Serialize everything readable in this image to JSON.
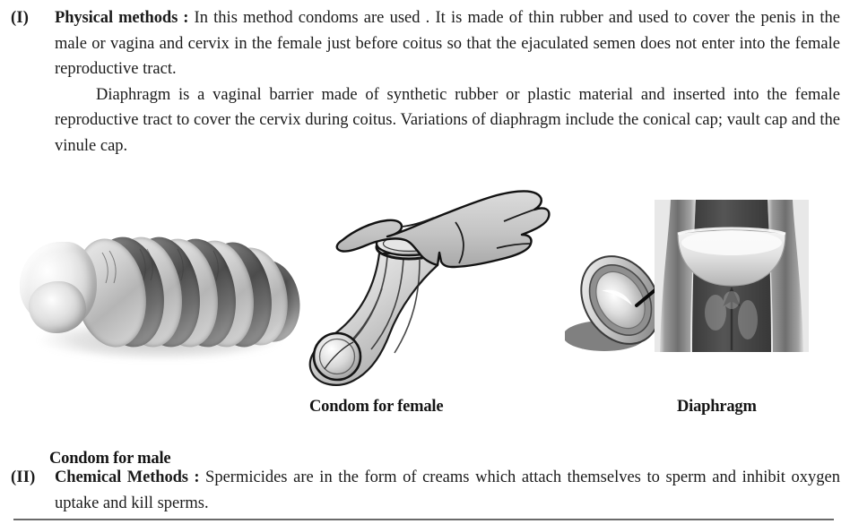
{
  "document": {
    "type": "textbook-page-excerpt",
    "topic": "Contraceptive methods"
  },
  "sections": [
    {
      "number": "(I)",
      "lead": "Physical methods :",
      "paragraphs": [
        " In this method condoms are used . It is made of thin rubber and used to cover the penis in the male or vagina and cervix in the female just before coitus so that the ejaculated semen does not enter into the female reproductive tract.",
        "Diaphragm is a vaginal barrier made of synthetic rubber or plastic material and inserted into the female reproductive tract to cover the cervix during coitus. Variations of diaphragm include the conical cap; vault cap and the vinule cap."
      ]
    },
    {
      "number": "(II)",
      "lead": "Chemical Methods :",
      "paragraphs": [
        " Spermicides are in the form of creams which attach themselves to sperm and inhibit oxygen uptake and kill sperms."
      ]
    }
  ],
  "figures": [
    {
      "id": "condom-male",
      "caption": "Condom for male",
      "kind": "photograph",
      "description": "rolled latex male condom"
    },
    {
      "id": "condom-female",
      "caption": "Condom for female",
      "kind": "line-illustration",
      "description": "hand holding a female condom with outer and inner rings"
    },
    {
      "id": "diaphragm",
      "caption": "Diaphragm",
      "kind": "illustration-and-photograph",
      "description": "diaphragm cap beside an inset photograph of the diaphragm in place over the cervix"
    }
  ],
  "colors": {
    "text": "#1b1b1b",
    "rule": "#6a6a6a",
    "page_background": "#ffffff",
    "illustration_fill": "#c9c9c9",
    "illustration_stroke": "#1a1a1a"
  }
}
